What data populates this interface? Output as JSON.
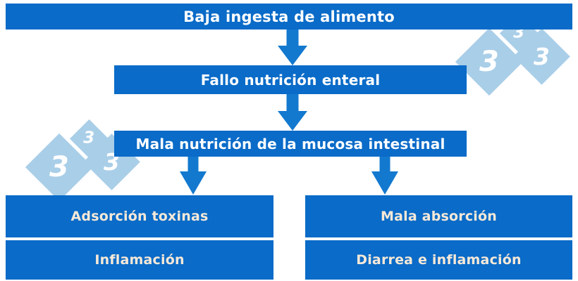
{
  "diagram": {
    "title_text": "Baja ingesta de alimento",
    "type": "flowchart",
    "accent_color": "#0a6bc8",
    "arrow_color": "#1379cf",
    "white_text_color": "#ffffff",
    "cream_text_color": "#f7e9d8",
    "watermark_color": "#a9cee8",
    "background_color": "#ffffff",
    "nodes": [
      {
        "id": "node-baja-ingesta",
        "label": "Baja ingesta de alimento",
        "level": 1,
        "text_style": "white"
      },
      {
        "id": "node-fallo-nutricion",
        "label": "Fallo nutrición enteral",
        "level": 2,
        "text_style": "white"
      },
      {
        "id": "node-mala-nutricion",
        "label": "Mala nutrición de la mucosa intestinal",
        "level": 3,
        "text_style": "white"
      },
      {
        "id": "node-adsorcion-toxinas",
        "label": "Adsorción toxinas",
        "level": 4,
        "branch": "left",
        "text_style": "cream"
      },
      {
        "id": "node-inflamacion",
        "label": "Inflamación",
        "level": 5,
        "branch": "left",
        "text_style": "cream"
      },
      {
        "id": "node-mala-absorcion",
        "label": "Mala absorción",
        "level": 4,
        "branch": "right",
        "text_style": "cream"
      },
      {
        "id": "node-diarrea-inflamacion",
        "label": "Diarrea e inflamación",
        "level": 5,
        "branch": "right",
        "text_style": "cream"
      }
    ],
    "connectors": [
      {
        "id": "arrow-1",
        "from": "node-baja-ingesta",
        "to": "node-fallo-nutricion",
        "icon": "arrow-down-icon"
      },
      {
        "id": "arrow-2",
        "from": "node-fallo-nutricion",
        "to": "node-mala-nutricion",
        "icon": "arrow-down-icon"
      },
      {
        "id": "arrow-3",
        "from": "node-mala-nutricion",
        "to": "node-adsorcion-toxinas",
        "icon": "arrow-down-icon"
      },
      {
        "id": "arrow-4",
        "from": "node-mala-nutricion",
        "to": "node-mala-absorcion",
        "icon": "arrow-down-icon"
      }
    ],
    "watermarks": [
      {
        "id": "watermark-top-right",
        "marks": [
          {
            "glyph": "3",
            "size": "large"
          },
          {
            "glyph": "3",
            "size": "small"
          },
          {
            "glyph": "3",
            "size": "medium"
          }
        ]
      },
      {
        "id": "watermark-mid-left",
        "marks": [
          {
            "glyph": "3",
            "size": "large"
          },
          {
            "glyph": "3",
            "size": "small"
          },
          {
            "glyph": "3",
            "size": "medium"
          }
        ]
      }
    ]
  }
}
